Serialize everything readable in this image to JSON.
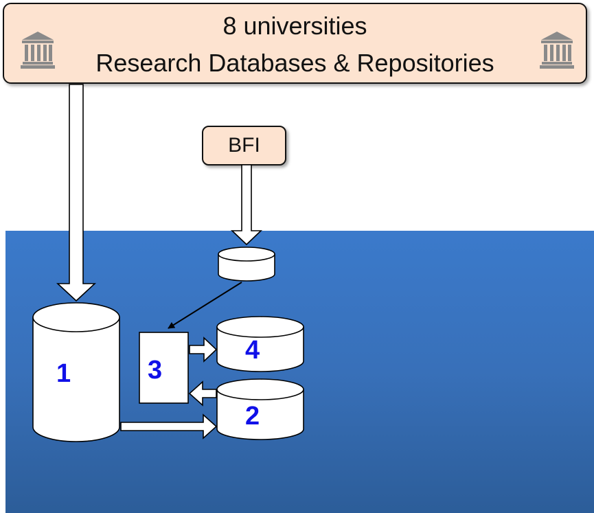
{
  "top_box": {
    "line1": "8 universities",
    "line2": "Research Databases & Repositories",
    "icon_left": "university-building-icon",
    "icon_right": "university-building-icon"
  },
  "bfi_box": {
    "label": "BFI"
  },
  "databases": {
    "db1": "1",
    "process3": "3",
    "db4": "4",
    "db2": "2"
  },
  "colors": {
    "box_fill": "#fde3d0",
    "panel_blue": "#3b7acb",
    "number_blue": "#1010e8"
  }
}
